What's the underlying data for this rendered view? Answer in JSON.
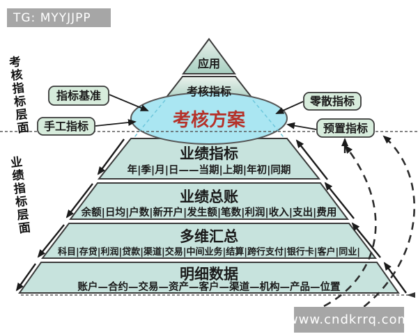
{
  "badges": {
    "top_left": "TG: MYYJJPP",
    "bottom_right": "www.cndkrrq.com"
  },
  "side_labels": {
    "assessment": "考核指标层面",
    "performance": "业绩指标层面"
  },
  "pyramid": {
    "apex_label": "应用",
    "assessment_indicators_label": "考核指标",
    "plan_label": "考核方案",
    "layers": [
      {
        "title": "业绩指标",
        "subtitle": "年|季|月|日——当期|上期|年初|同期"
      },
      {
        "title": "业绩总账",
        "subtitle": "余额|日均|户数|新开户|发生额|笔数|利润|收入|支出|费用"
      },
      {
        "title": "多维汇总",
        "subtitle": "科目|存贷|利润|贷款|渠道|交易|中间业务|结算|跨行支付|银行卡|客户|同业|"
      },
      {
        "title": "明细数据",
        "subtitle": "账户—合约—交易—资产—客户—渠道—机构—产品—位置"
      }
    ]
  },
  "callouts": {
    "left": [
      {
        "label": "指标基准"
      },
      {
        "label": "手工指标"
      }
    ],
    "right": [
      {
        "label": "零散指标"
      },
      {
        "label": "预置指标"
      }
    ]
  },
  "colors": {
    "accent-red": "#b5322a",
    "layer-fill": "#c7e3dd",
    "layer-stroke": "#3a3a3a",
    "ellipse-fill": "#aae6f2",
    "box-fill": "#d7ecdc",
    "badge-gray": "#a6a6a6",
    "text-dark": "#1a1a1a"
  }
}
